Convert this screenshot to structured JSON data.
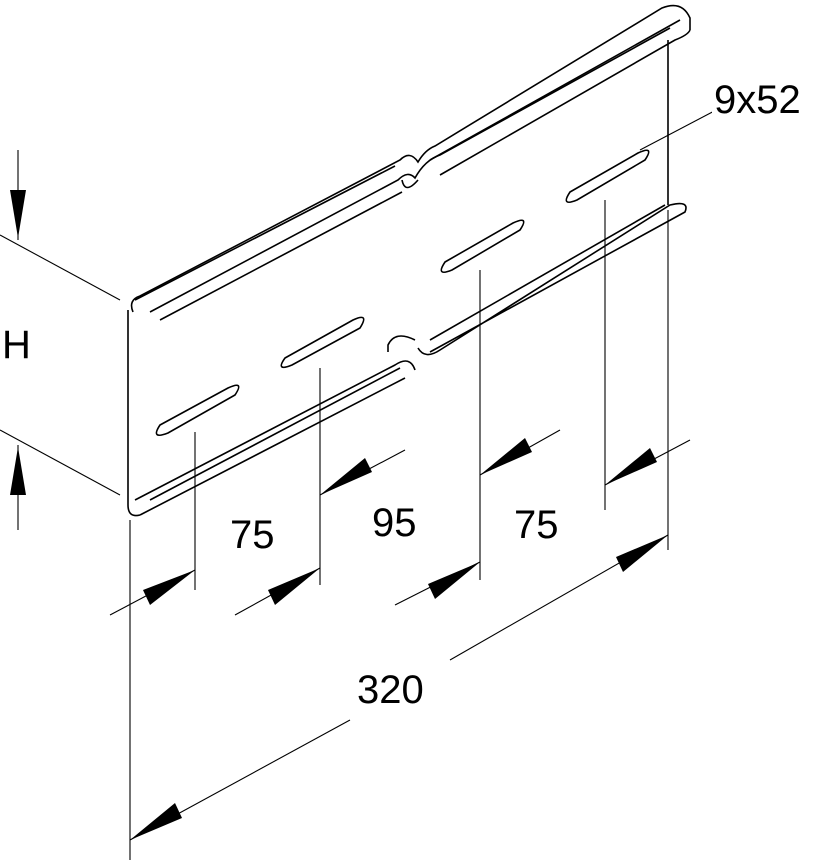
{
  "drawing": {
    "labels": {
      "slot_size": "9x52",
      "height": "H",
      "dim_1": "75",
      "dim_2": "95",
      "dim_3": "75",
      "total_length": "320"
    },
    "colors": {
      "line": "#000000",
      "background": "#ffffff"
    }
  }
}
